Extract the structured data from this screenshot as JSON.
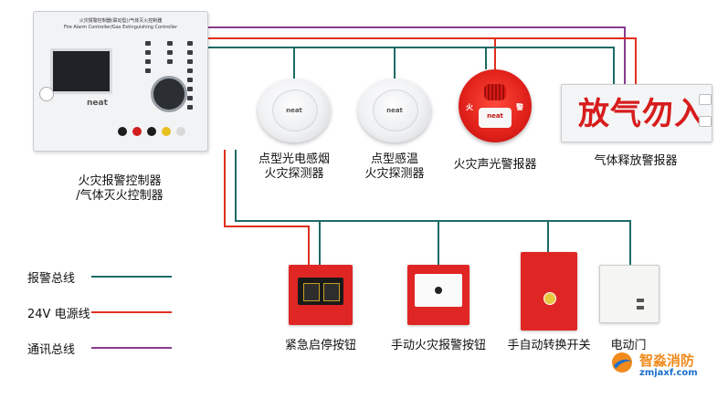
{
  "colors": {
    "alarm_bus": "#1e6b66",
    "power_24v": "#e0301e",
    "comm_bus": "#8a3b8f"
  },
  "controller": {
    "title_cn": "火灾报警控制器(联动型)/气体灭火控制器",
    "title_en": "Fire Alarm Controller/Gas Extinguishing Controller",
    "brand": "neat",
    "label_line1": "火灾报警控制器",
    "label_line2": "/气体灭火控制器"
  },
  "devices": {
    "smoke": {
      "brand": "neat",
      "label_line1": "点型光电感烟",
      "label_line2": "火灾探测器"
    },
    "heat": {
      "brand": "neat",
      "label_line1": "点型感温",
      "label_line2": "火灾探测器"
    },
    "strobe": {
      "brand": "neat",
      "char_left": "火",
      "char_right": "警",
      "label": "火灾声光警报器"
    },
    "gas_sign": {
      "sign_text": "放气勿入",
      "label": "气体释放警报器"
    },
    "estop": {
      "label": "紧急启停按钮"
    },
    "call_point": {
      "label": "手动火灾报警按钮"
    },
    "mode_switch": {
      "label": "手自动转换开关"
    },
    "door": {
      "label": "电动门"
    }
  },
  "legend": [
    {
      "name": "alarm",
      "label": "报警总线",
      "color": "#1e6b66"
    },
    {
      "name": "power",
      "label": "24V 电源线",
      "color": "#e0301e"
    },
    {
      "name": "comm",
      "label": "通讯总线",
      "color": "#8a3b8f"
    }
  ],
  "watermark": {
    "name": "智淼消防",
    "url": "zmjaxf.com"
  }
}
